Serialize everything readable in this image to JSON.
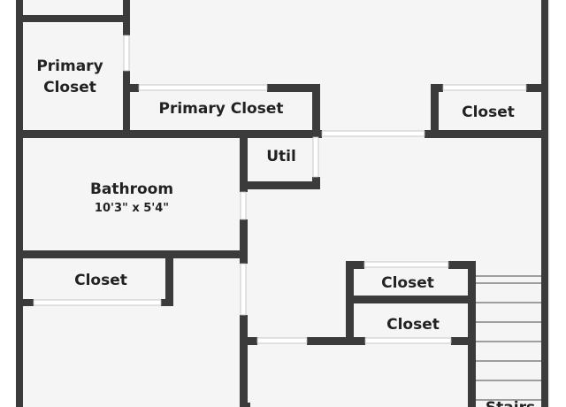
{
  "colors": {
    "floor": "#f5f5f5",
    "wall": "#3b3b3b",
    "door_gap": "#ffffff",
    "stair_line": "#6a6a6a",
    "text": "#222222"
  },
  "rooms": {
    "primary_closet_left": {
      "line1": "Primary",
      "line2": "Closet"
    },
    "primary_closet_center": {
      "label": "Primary Closet"
    },
    "closet_top_right": {
      "label": "Closet"
    },
    "util": {
      "label": "Util"
    },
    "bathroom": {
      "label": "Bathroom",
      "dimensions": "10'3\" x 5'4\""
    },
    "closet_mid_left": {
      "label": "Closet"
    },
    "closet_upper_center": {
      "label": "Closet"
    },
    "closet_lower_center": {
      "label": "Closet"
    },
    "stairs": {
      "label": "Stairs"
    }
  }
}
